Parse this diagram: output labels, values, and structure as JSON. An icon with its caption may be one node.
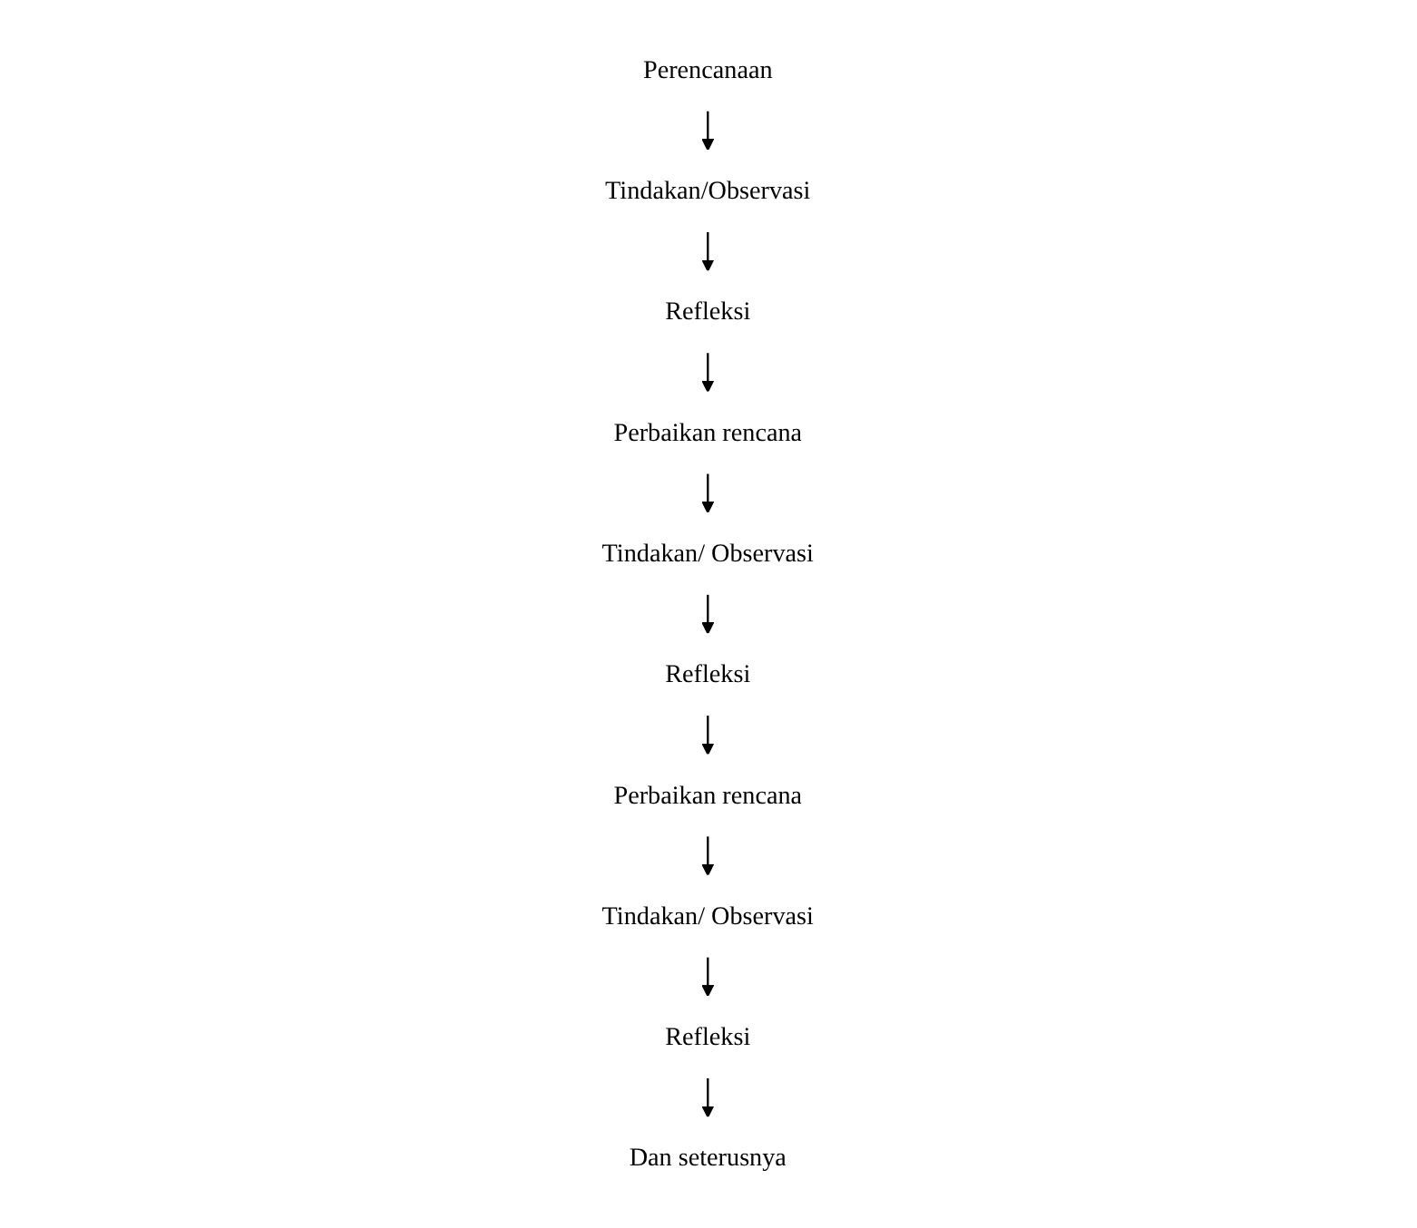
{
  "diagram": {
    "nodes": [
      {
        "text": [
          "Perencanaan"
        ]
      },
      {
        "text": [
          "Refleksi"
        ]
      },
      {
        "text": [
          "Tindakan/Observasi"
        ]
      },
      {
        "text": [
          "Perbaikan rencana"
        ]
      },
      {
        "text": [
          "Refleksi"
        ]
      },
      {
        "text": [
          "Tindakan/ Observasi"
        ]
      },
      {
        "text": [
          "Perbaikan rencana"
        ]
      },
      {
        "text": [
          "Refleksi"
        ]
      },
      {
        "text": [
          "Tindakan/ Observasi"
        ]
      },
      {
        "text": [
          "Dan seterusnya"
        ]
      }
    ],
    "edges": [
      {
        "from": 0,
        "to": 2,
        "arrow": "to"
      },
      {
        "from": 2,
        "to": 1,
        "arrow": "to"
      },
      {
        "from": 1,
        "to": 3,
        "arrow": "to"
      },
      {
        "from": 3,
        "to": 5,
        "arrow": "to"
      },
      {
        "from": 5,
        "to": 4,
        "arrow": "to"
      },
      {
        "from": 4,
        "to": 6,
        "arrow": "to"
      },
      {
        "from": 6,
        "to": 8,
        "arrow": "to"
      },
      {
        "from": 8,
        "to": 7,
        "arrow": "to"
      },
      {
        "from": 7,
        "to": 9,
        "arrow": "to"
      }
    ]
  }
}
